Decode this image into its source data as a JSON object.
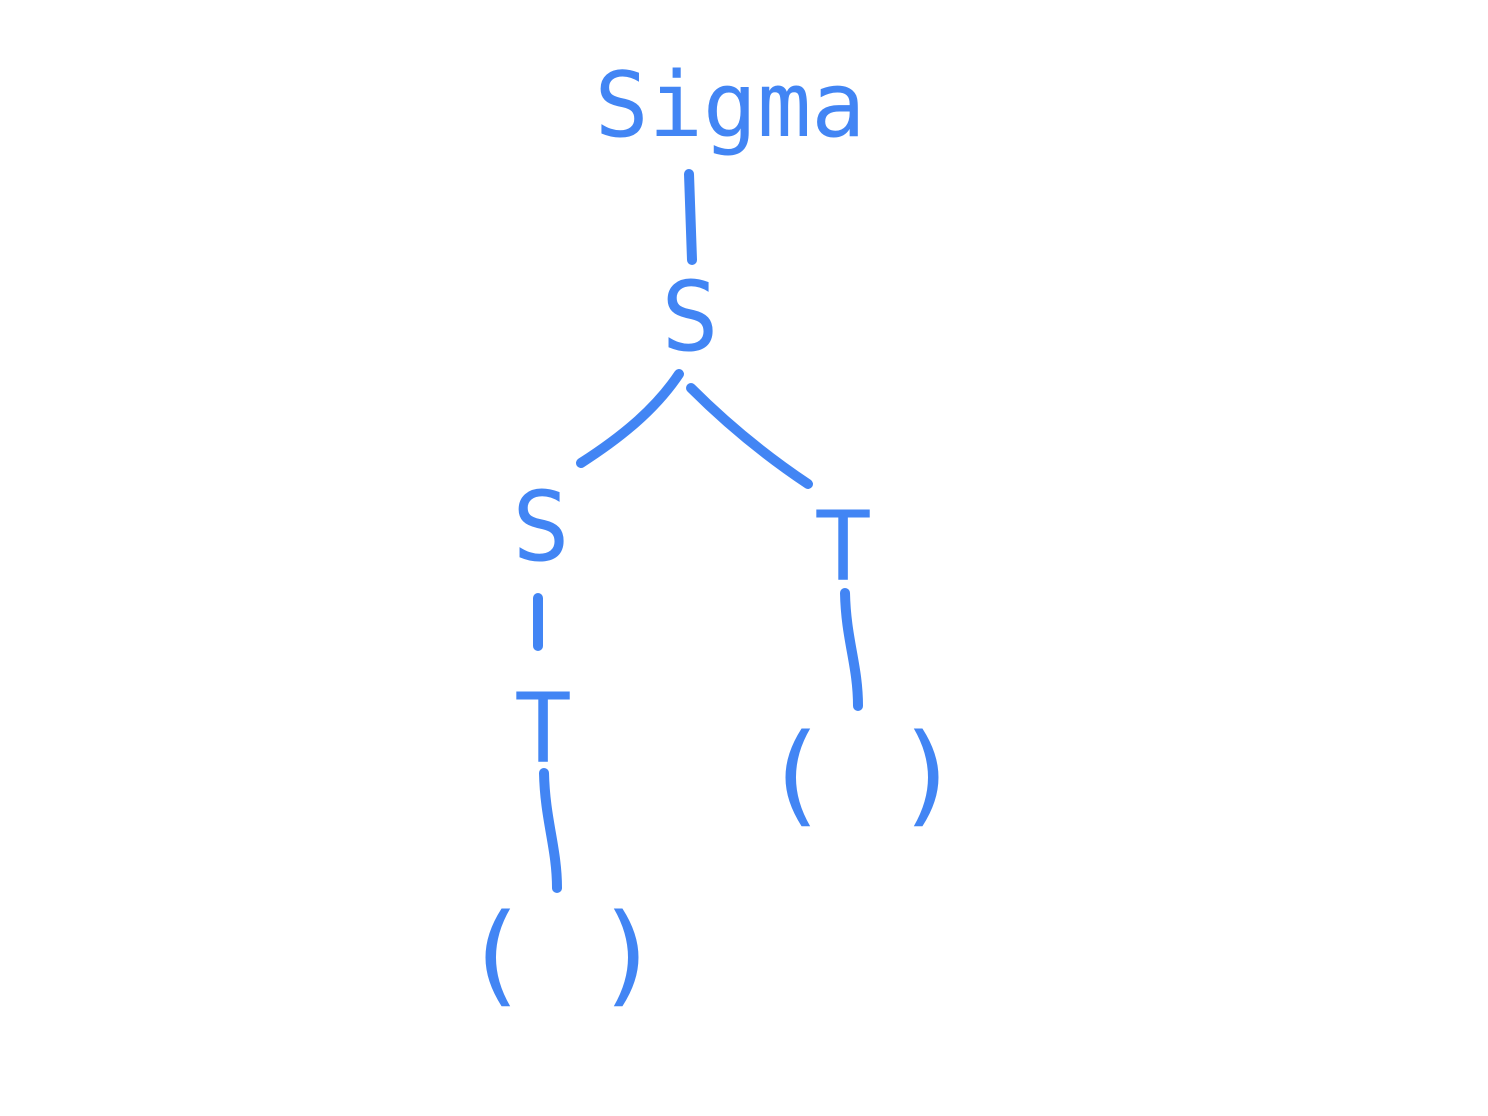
{
  "diagram": {
    "type": "tree",
    "color": "#4285f4",
    "root": {
      "label": "Sigma",
      "children": [
        {
          "label": "S",
          "children": [
            {
              "label": "S",
              "children": [
                {
                  "label": "T",
                  "children": [
                    {
                      "label": "( )",
                      "children": []
                    }
                  ]
                }
              ]
            },
            {
              "label": "T",
              "children": [
                {
                  "label": "( )",
                  "children": []
                }
              ]
            }
          ]
        }
      ]
    }
  }
}
